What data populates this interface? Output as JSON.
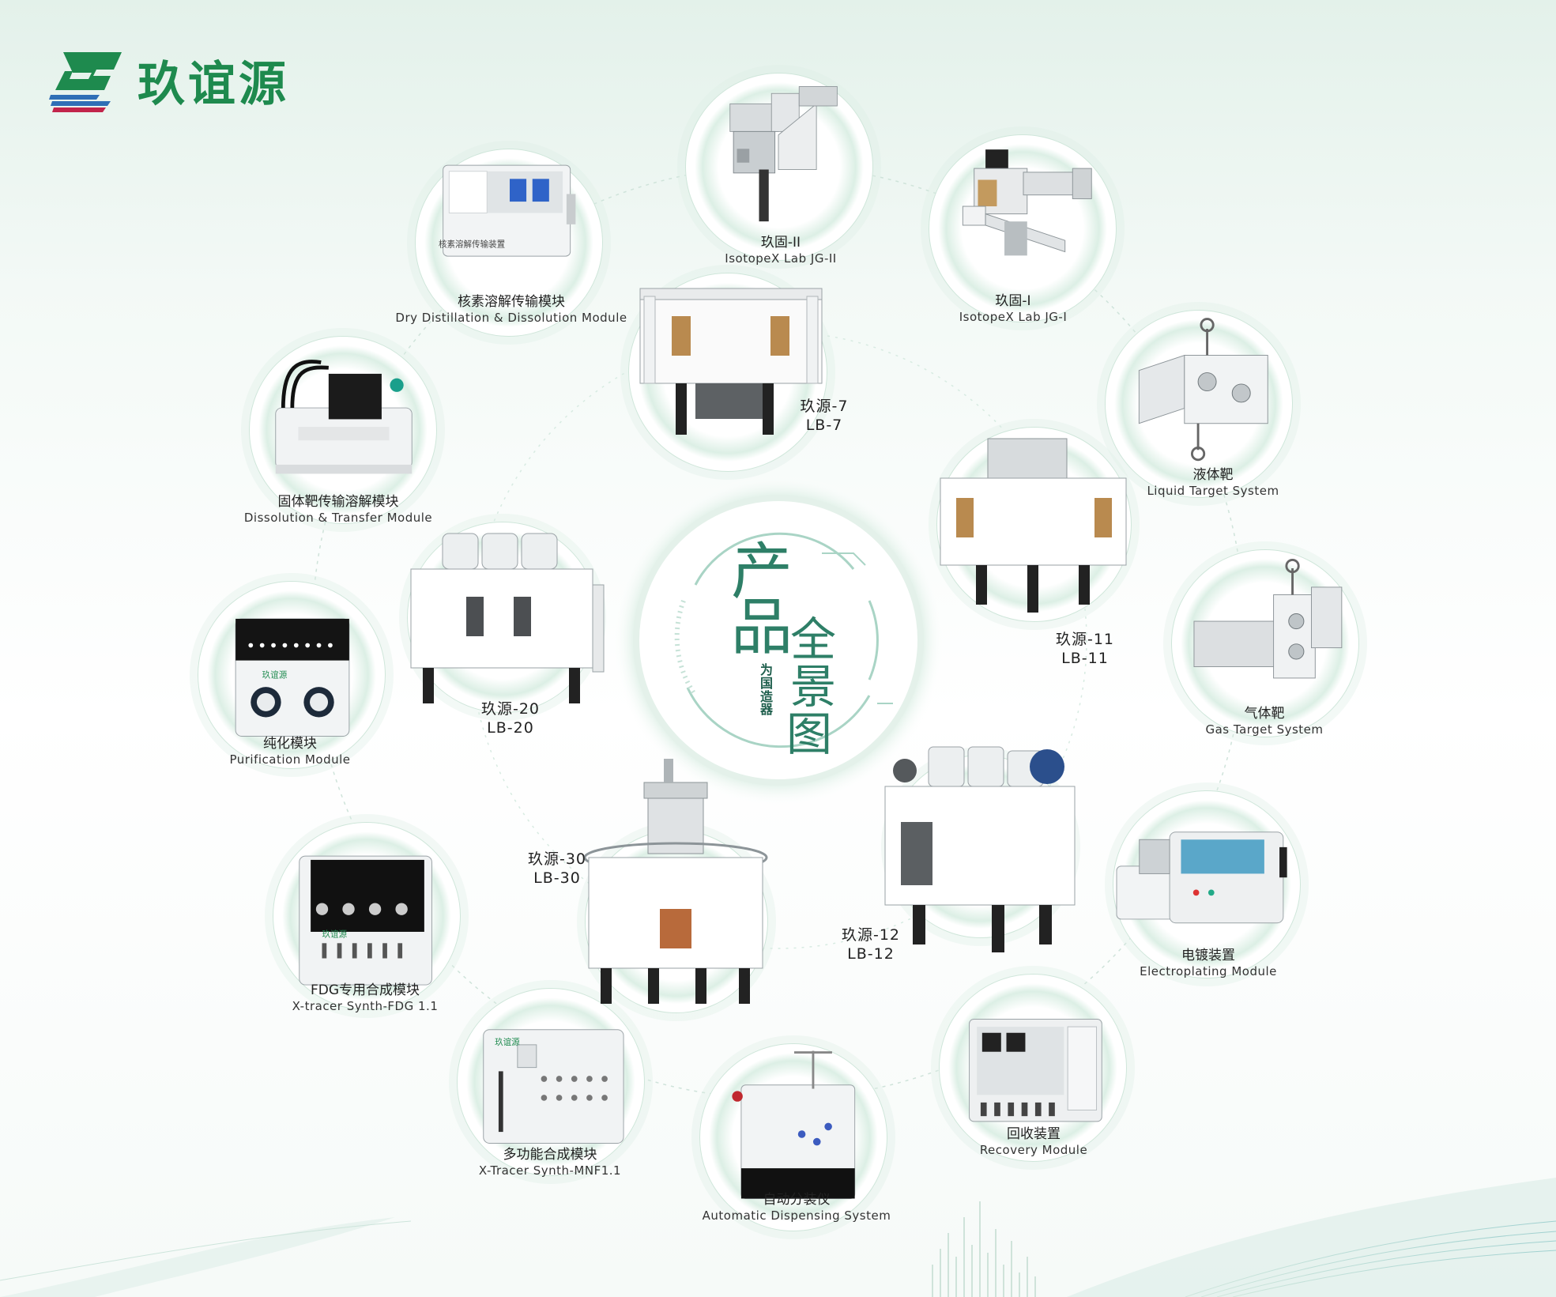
{
  "brand": {
    "name": "玖谊源",
    "logo_icon": "brand-b-logo-icon"
  },
  "center": {
    "big1": "产",
    "big2": "品",
    "big3": "全",
    "big4": "景",
    "big5": "图",
    "sub": "为国造器"
  },
  "colors": {
    "brand_green": "#1e8a4e",
    "accent_teal": "#2e7f67",
    "ring_green": "#dcefe5"
  },
  "products": [
    {
      "id": "jg2",
      "zh": "玖固-II",
      "en": "IsotopeX Lab JG-II"
    },
    {
      "id": "jg1",
      "zh": "玖固-I",
      "en": "IsotopeX Lab JG-I"
    },
    {
      "id": "dry",
      "zh": "核素溶解传输模块",
      "en": "Dry Distillation & Dissolution Module"
    },
    {
      "id": "solid",
      "zh": "固体靶传输溶解模块",
      "en": "Dissolution & Transfer Module"
    },
    {
      "id": "liquid",
      "zh": "液体靶",
      "en": "Liquid Target System"
    },
    {
      "id": "gas",
      "zh": "气体靶",
      "en": "Gas Target System"
    },
    {
      "id": "purif",
      "zh": "纯化模块",
      "en": "Purification Module"
    },
    {
      "id": "elec",
      "zh": "电镀装置",
      "en": "Electroplating Module"
    },
    {
      "id": "fdg",
      "zh": "FDG专用合成模块",
      "en": "X-tracer Synth-FDG 1.1"
    },
    {
      "id": "recov",
      "zh": "回收装置",
      "en": "Recovery Module"
    },
    {
      "id": "mnf",
      "zh": "多功能合成模块",
      "en": "X-Tracer Synth-MNF1.1"
    },
    {
      "id": "disp",
      "zh": "自动分装仪",
      "en": "Automatic Dispensing System"
    }
  ],
  "cyclotrons": [
    {
      "id": "lb7",
      "zh": "玖源-7",
      "en": "LB-7"
    },
    {
      "id": "lb11",
      "zh": "玖源-11",
      "en": "LB-11"
    },
    {
      "id": "lb20",
      "zh": "玖源-20",
      "en": "LB-20"
    },
    {
      "id": "lb30",
      "zh": "玖源-30",
      "en": "LB-30"
    },
    {
      "id": "lb12",
      "zh": "玖源-12",
      "en": "LB-12"
    }
  ],
  "machine_labels": {
    "dry_plate": "核素溶解传输装置",
    "brand_small": "玖谊源"
  }
}
